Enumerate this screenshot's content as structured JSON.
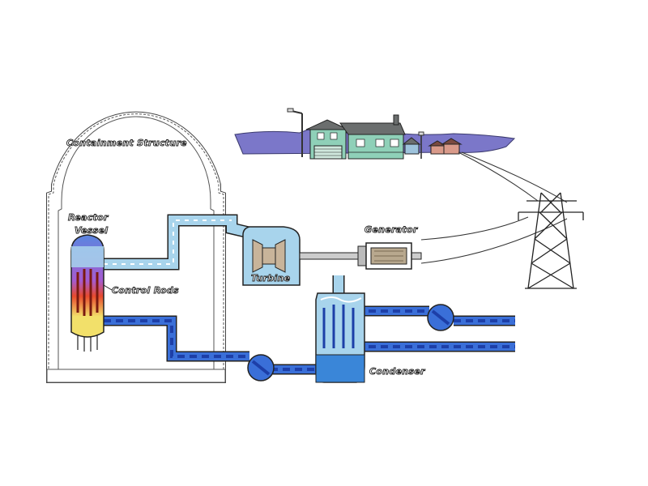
{
  "labels": {
    "containment": "Containment Structure",
    "reactor_vessel_line1": "Reactor",
    "reactor_vessel_line2": "Vessel",
    "control_rods": "Control Rods",
    "generator": "Generator",
    "turbine": "Turbine",
    "condenser": "Condenser"
  },
  "colors": {
    "steam_pipe": "#a8d4ec",
    "water_pipe": "#3a6fd8",
    "water_dash": "#1d3fa8",
    "landscape": "#7b77c9",
    "house_wall": "#8fd0b8",
    "house_roof": "#6b6e6e",
    "turbine_body": "#c8b49a",
    "generator_body": "#b8a88e",
    "core_hot": "#e84a2e",
    "core_warm": "#f2e06a",
    "core_cool": "#5a86e0"
  }
}
